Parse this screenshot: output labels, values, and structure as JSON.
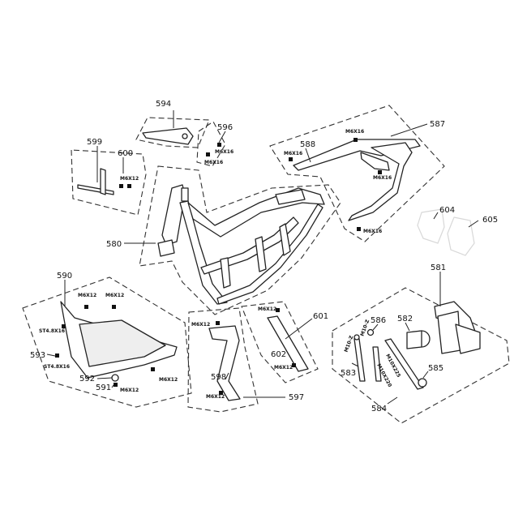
{
  "callouts": {
    "c580": "580",
    "c581": "581",
    "c582": "582",
    "c583": "583",
    "c584": "584",
    "c585": "585",
    "c586": "586",
    "c587": "587",
    "c588": "588",
    "c590": "590",
    "c591": "591",
    "c592": "592",
    "c593": "593",
    "c594": "594",
    "c596": "596",
    "c597": "597",
    "c598": "598",
    "c599": "599",
    "c600": "600",
    "c601": "601",
    "c602": "602",
    "c604": "604",
    "c605": "605"
  },
  "fasteners": {
    "m6x16": "M6X16",
    "m6x12": "M6X12",
    "st48x16": "ST4.8X16",
    "m10z": "M10-Z",
    "m10x225": "M10X225",
    "m10x220": "M10X220"
  },
  "colors": {
    "line": "#222222",
    "faint": "#d8d8d8",
    "background": "#ffffff"
  }
}
